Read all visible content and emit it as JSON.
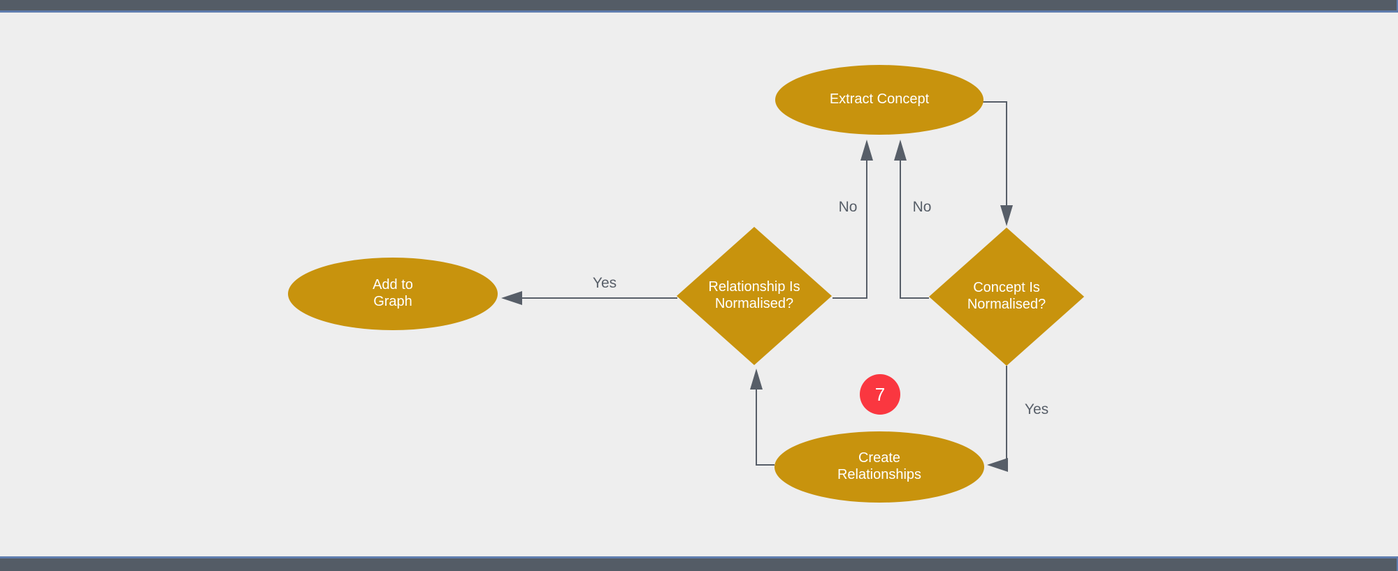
{
  "canvas": {
    "background": "#eeeeee",
    "bar_color": "#545c66",
    "accent_line_color": "#5f7dae"
  },
  "colors": {
    "node_fill": "#c8930d",
    "node_text": "#ffffff",
    "connector": "#575e68",
    "edge_label_text": "#575e68",
    "badge_fill": "#fa3740",
    "badge_text": "#ffffff"
  },
  "nodes": {
    "extract_concept": {
      "type": "ellipse",
      "label": "Extract Concept"
    },
    "concept_normalised": {
      "type": "decision",
      "label": "Concept Is\nNormalised?"
    },
    "create_relationships": {
      "type": "ellipse",
      "label": "Create\nRelationships"
    },
    "relationship_normalised": {
      "type": "decision",
      "label": "Relationship Is\nNormalised?"
    },
    "add_to_graph": {
      "type": "ellipse",
      "label": "Add to\nGraph"
    }
  },
  "edges": {
    "extract_to_concept_norm": {
      "from": "extract_concept",
      "to": "concept_normalised",
      "label": ""
    },
    "concept_norm_no_to_extract": {
      "from": "concept_normalised",
      "to": "extract_concept",
      "label": "No"
    },
    "concept_norm_yes_to_create": {
      "from": "concept_normalised",
      "to": "create_relationships",
      "label": "Yes"
    },
    "create_to_rel_norm": {
      "from": "create_relationships",
      "to": "relationship_normalised",
      "label": ""
    },
    "rel_norm_no_to_extract": {
      "from": "relationship_normalised",
      "to": "extract_concept",
      "label": "No"
    },
    "rel_norm_yes_to_add": {
      "from": "relationship_normalised",
      "to": "add_to_graph",
      "label": "Yes"
    }
  },
  "edge_labels": {
    "no_left": "No",
    "no_right": "No",
    "yes_left": "Yes",
    "yes_right": "Yes"
  },
  "badge": {
    "value": "7"
  }
}
